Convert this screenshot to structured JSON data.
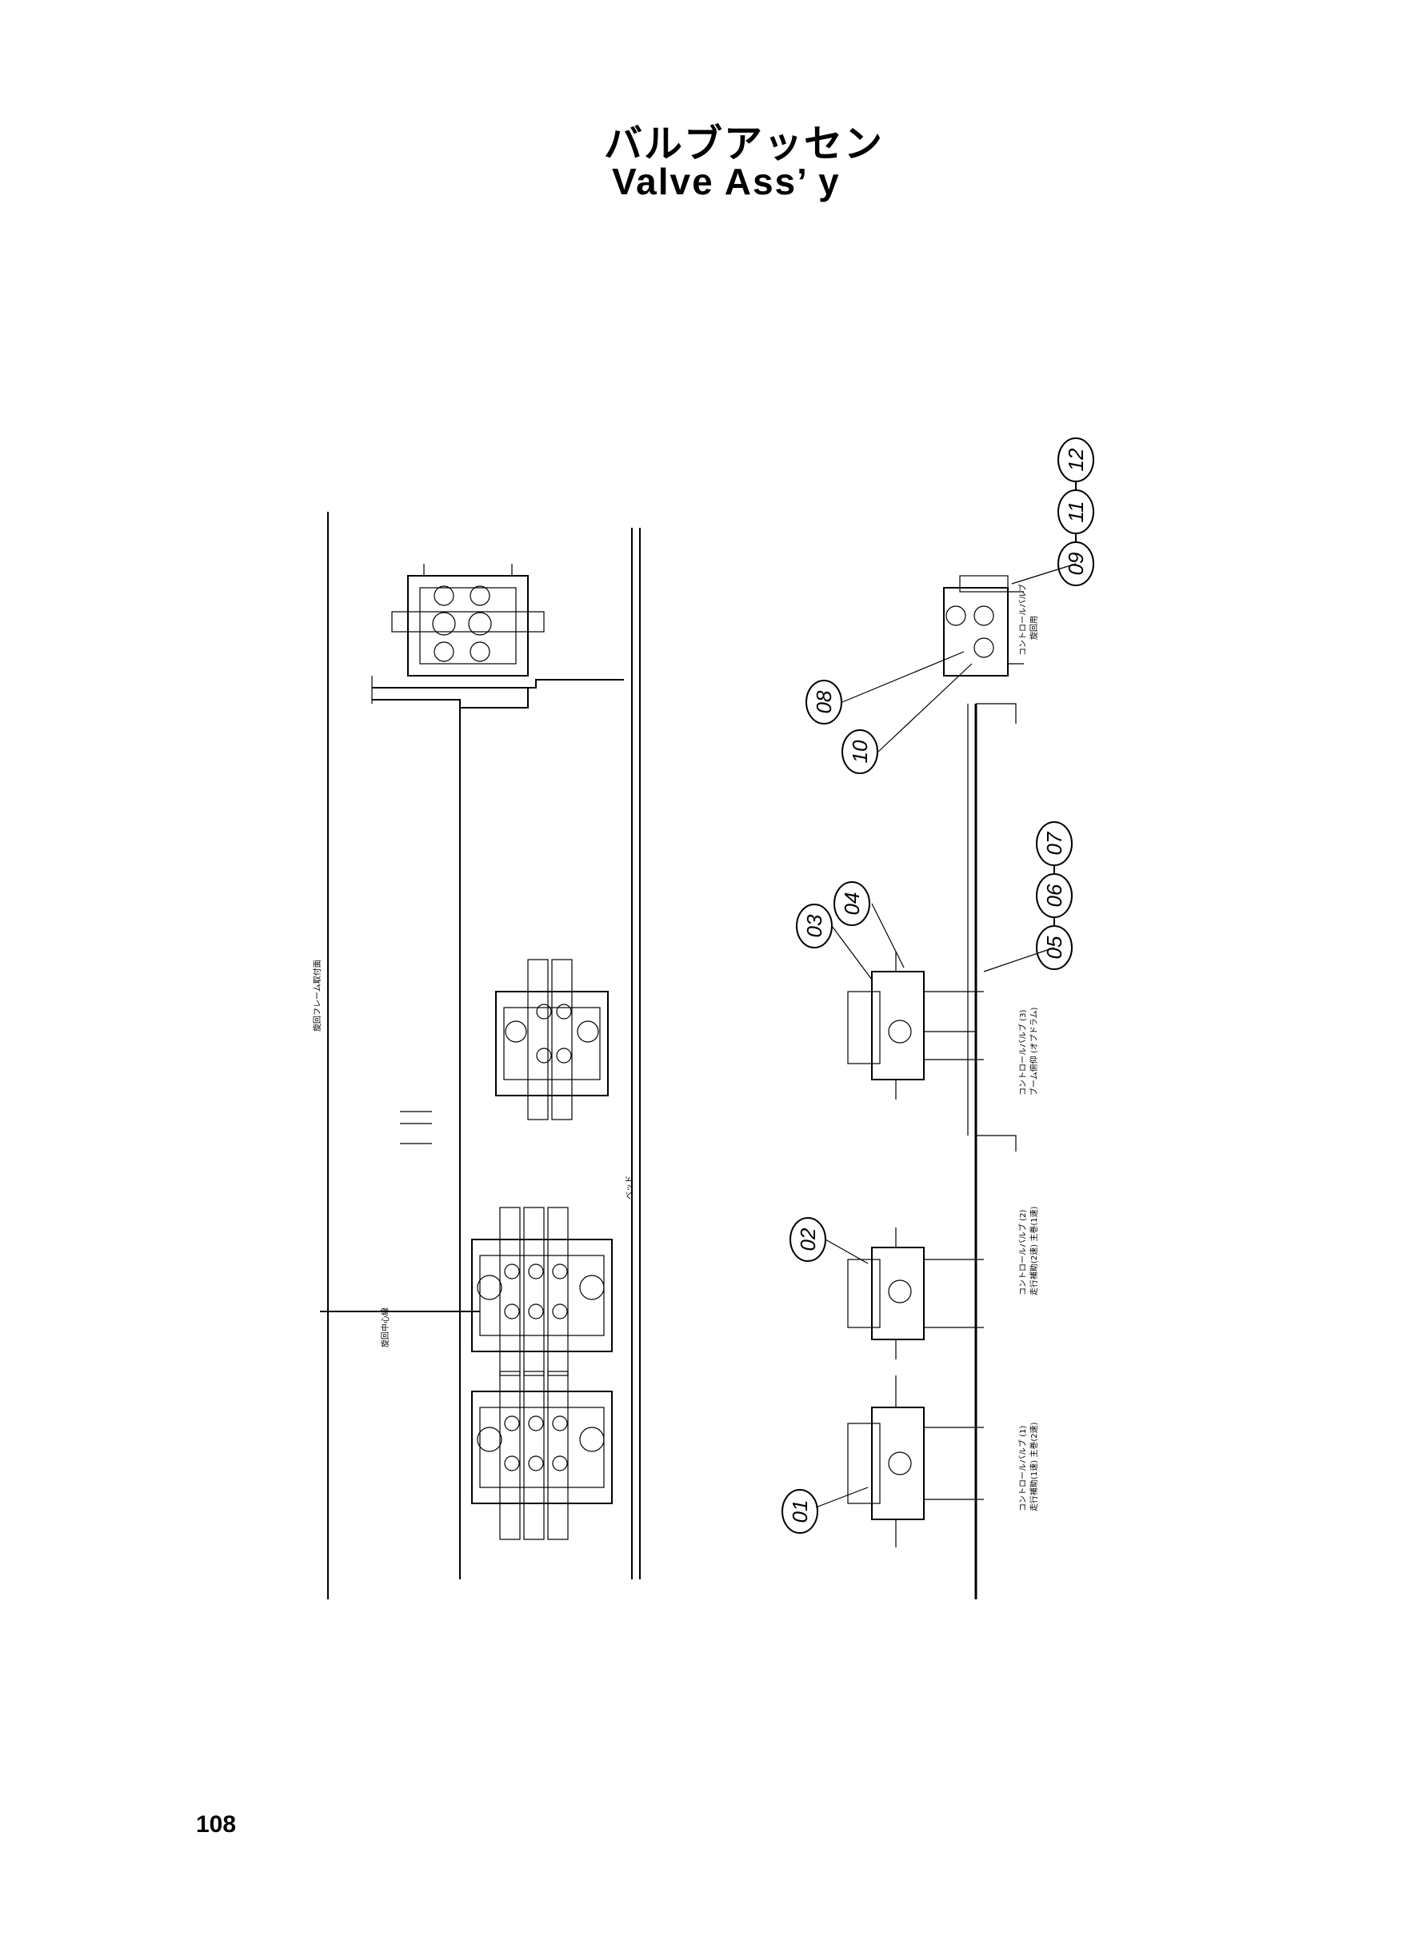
{
  "title": {
    "japanese": "バルブアッセン",
    "english": "Valve Ass’ y"
  },
  "page_number": "108",
  "callouts": [
    "01",
    "02",
    "03",
    "04",
    "05",
    "06",
    "07",
    "08",
    "09",
    "10",
    "11",
    "12"
  ],
  "labels": {
    "frame": "旋回フレーム取付面",
    "center": "旋回中心線",
    "bed": "ベッド",
    "cv1": "コントロールバルブ (1)",
    "cv1_sub": "走行補助(1速) 主巻(2速)",
    "cv2": "コントロールバルブ (2)",
    "cv2_sub": "走行補助(2速) 主巻(1速)",
    "cv3": "コントロールバルブ (3)",
    "cv3_sub": "ブーム俯仰 (オプドラム)",
    "cv_top": "コントロールバルブ",
    "cv_top_sub": "旋回用"
  },
  "colors": {
    "ink": "#000000",
    "paper": "#ffffff"
  }
}
